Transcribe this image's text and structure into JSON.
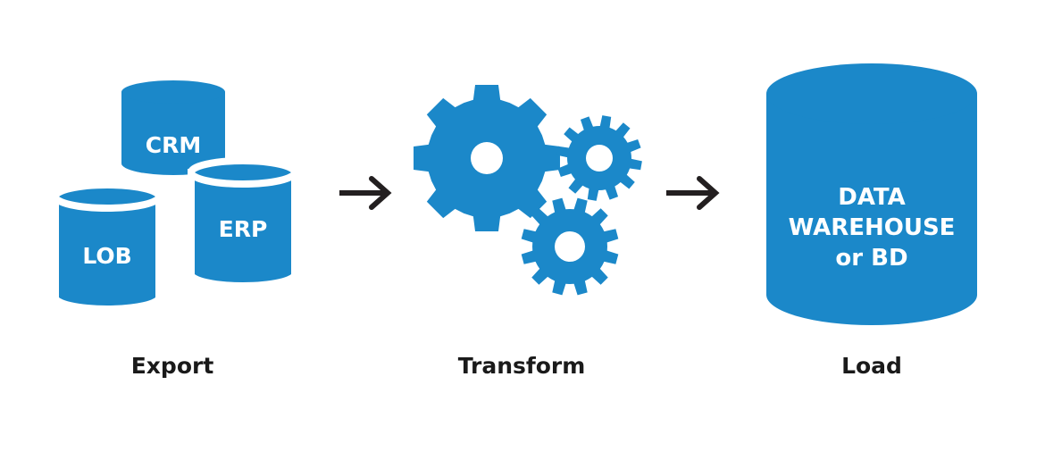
{
  "colors": {
    "accent": "#1b88c9",
    "arrow": "#231f20",
    "label": "#1a1a1a",
    "background": "#ffffff"
  },
  "export": {
    "databases": [
      "CRM",
      "LOB",
      "ERP"
    ],
    "label": "Export"
  },
  "transform": {
    "icon": "gears-icon",
    "label": "Transform"
  },
  "load": {
    "database_lines": [
      "DATA",
      "WAREHOUSE",
      "or BD"
    ],
    "label": "Load"
  }
}
